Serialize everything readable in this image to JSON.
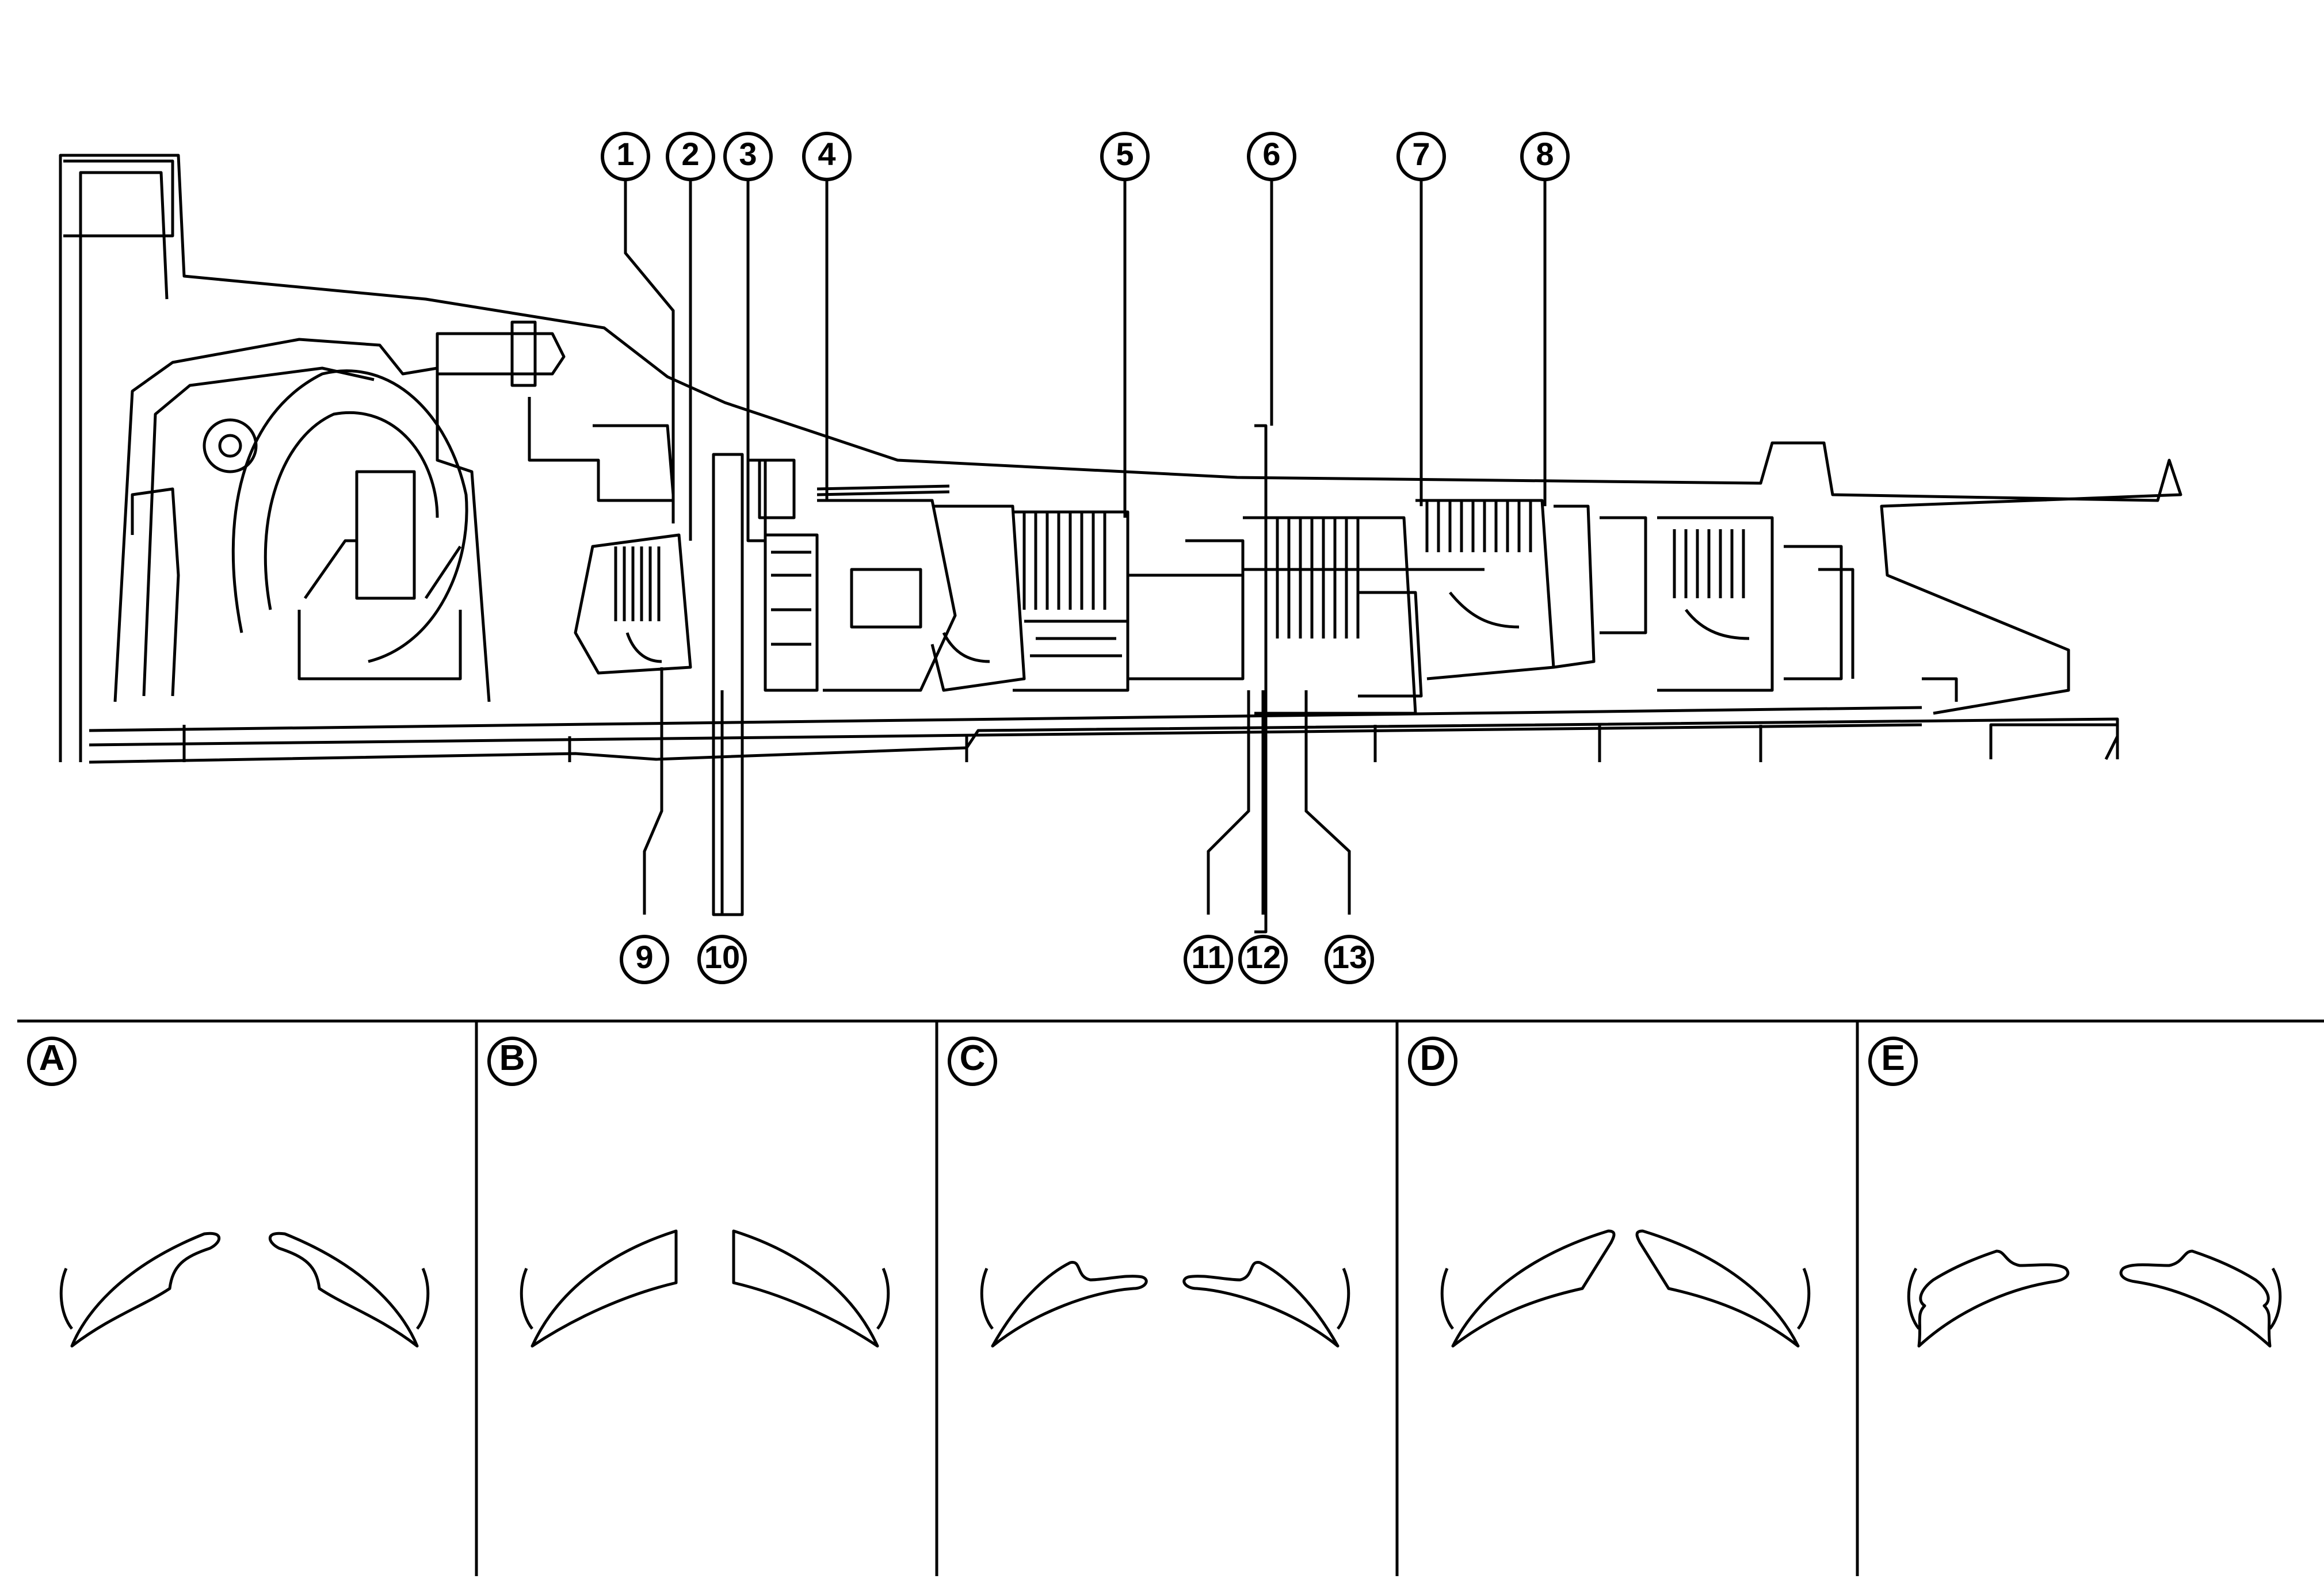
{
  "callouts": {
    "top": [
      "1",
      "2",
      "3",
      "4",
      "5",
      "6",
      "7",
      "8"
    ],
    "bottom": [
      "9",
      "10",
      "11",
      "12",
      "13"
    ]
  },
  "panels": [
    "A",
    "B",
    "C",
    "D",
    "E"
  ],
  "colors": {
    "ink": "#000000",
    "paper": "#ffffff"
  }
}
